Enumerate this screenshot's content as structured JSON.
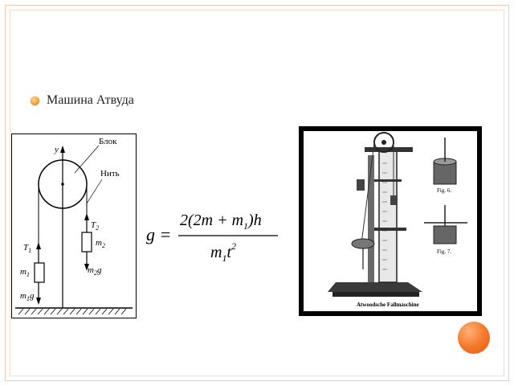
{
  "slide": {
    "bullet_text": "Машина Атвуда"
  },
  "diagram": {
    "label_block": "Блок",
    "label_thread": "Нить",
    "label_y": "y",
    "label_T1": "T",
    "label_T1_sub": "1",
    "label_T2": "T",
    "label_T2_sub": "2",
    "label_m1": "m",
    "label_m1_sub": "1",
    "label_m2": "m",
    "label_m2_sub": "2",
    "label_m1g": "m",
    "label_m1g_sub": "1",
    "label_m1g_g": "g",
    "label_m2g": "m",
    "label_m2g_sub": "2",
    "label_m2g_g": "g"
  },
  "formula": {
    "lhs": "g =",
    "numerator": "2(2m + m",
    "numerator_sub": "1",
    "numerator_end": ")h",
    "denominator": "m",
    "denominator_sub": "1",
    "denominator_t": "t",
    "denominator_exp": "2"
  },
  "photo": {
    "caption": "Atwoodsche Fallmaschine",
    "fig_a": "Fig. 6.",
    "fig_b": "Fig. 7."
  },
  "colors": {
    "accent_bullet": "#f2a13a",
    "corner_dot": "#f47a2a",
    "frame_border": "#f2c9b5"
  }
}
